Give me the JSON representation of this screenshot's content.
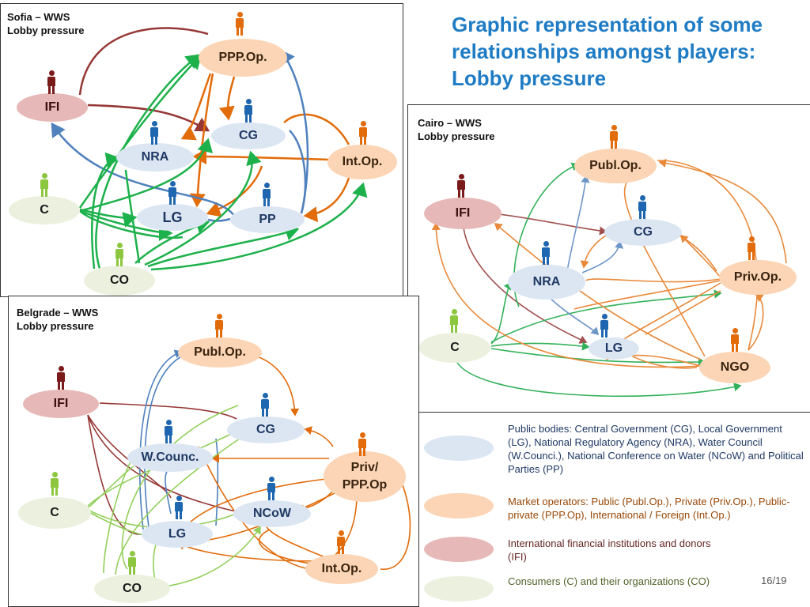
{
  "title": "Graphic representation of some relationships amongst players: Lobby pressure",
  "colors": {
    "public": "#dce6f2",
    "market": "#fbd5b5",
    "ifi": "#e6b9b8",
    "consumer": "#ebf1de",
    "arrow_red": "#953735",
    "arrow_orange": "#e26b0a",
    "arrow_green": "#1db14b",
    "arrow_blue": "#4f81bd",
    "title_blue": "#1f7cc4"
  },
  "panels": {
    "sofia": {
      "title_line1": "Sofia – WWS",
      "title_line2": "Lobby pressure",
      "nodes": {
        "ppp": "PPP.Op.",
        "ifi": "IFI",
        "cg": "CG",
        "nra": "NRA",
        "intop": "Int.Op.",
        "c": "C",
        "lg": "LG",
        "pp": "PP",
        "co": "CO"
      }
    },
    "cairo": {
      "title_line1": "Cairo – WWS",
      "title_line2": "Lobby pressure",
      "nodes": {
        "publ": "Publ.Op.",
        "ifi": "IFI",
        "cg": "CG",
        "nra": "NRA",
        "priv": "Priv.Op.",
        "c": "C",
        "lg": "LG",
        "ngo": "NGO"
      }
    },
    "belgrade": {
      "title_line1": "Belgrade – WWS",
      "title_line2": "Lobby pressure",
      "nodes": {
        "publ": "Publ.Op.",
        "ifi": "IFI",
        "cg": "CG",
        "wc": "W.Counc.",
        "privppp_l1": "Priv/",
        "privppp_l2": "PPP.Op",
        "c": "C",
        "ncow": "NCoW",
        "lg": "LG",
        "intop": "Int.Op.",
        "co": "CO"
      }
    }
  },
  "legend": [
    {
      "text": "Public bodies: Central Government (CG), Local Government (LG), National Regulatory Agency (NRA), Water Council (W.Counci.), National Conference on Water (NCoW) and Political Parties (PP)",
      "color": "#1f3864"
    },
    {
      "text": "Market operators: Public (Publ.Op.), Private (Priv.Op.), Public-private (PPP.Op), International / Foreign (Int.Op.)",
      "color": "#984807"
    },
    {
      "text": "International financial institutions and donors (IFI)",
      "color": "#632523"
    },
    {
      "text": "Consumers (C) and their organizations (CO)",
      "color": "#4f6228"
    }
  ],
  "page_number": "16/19"
}
